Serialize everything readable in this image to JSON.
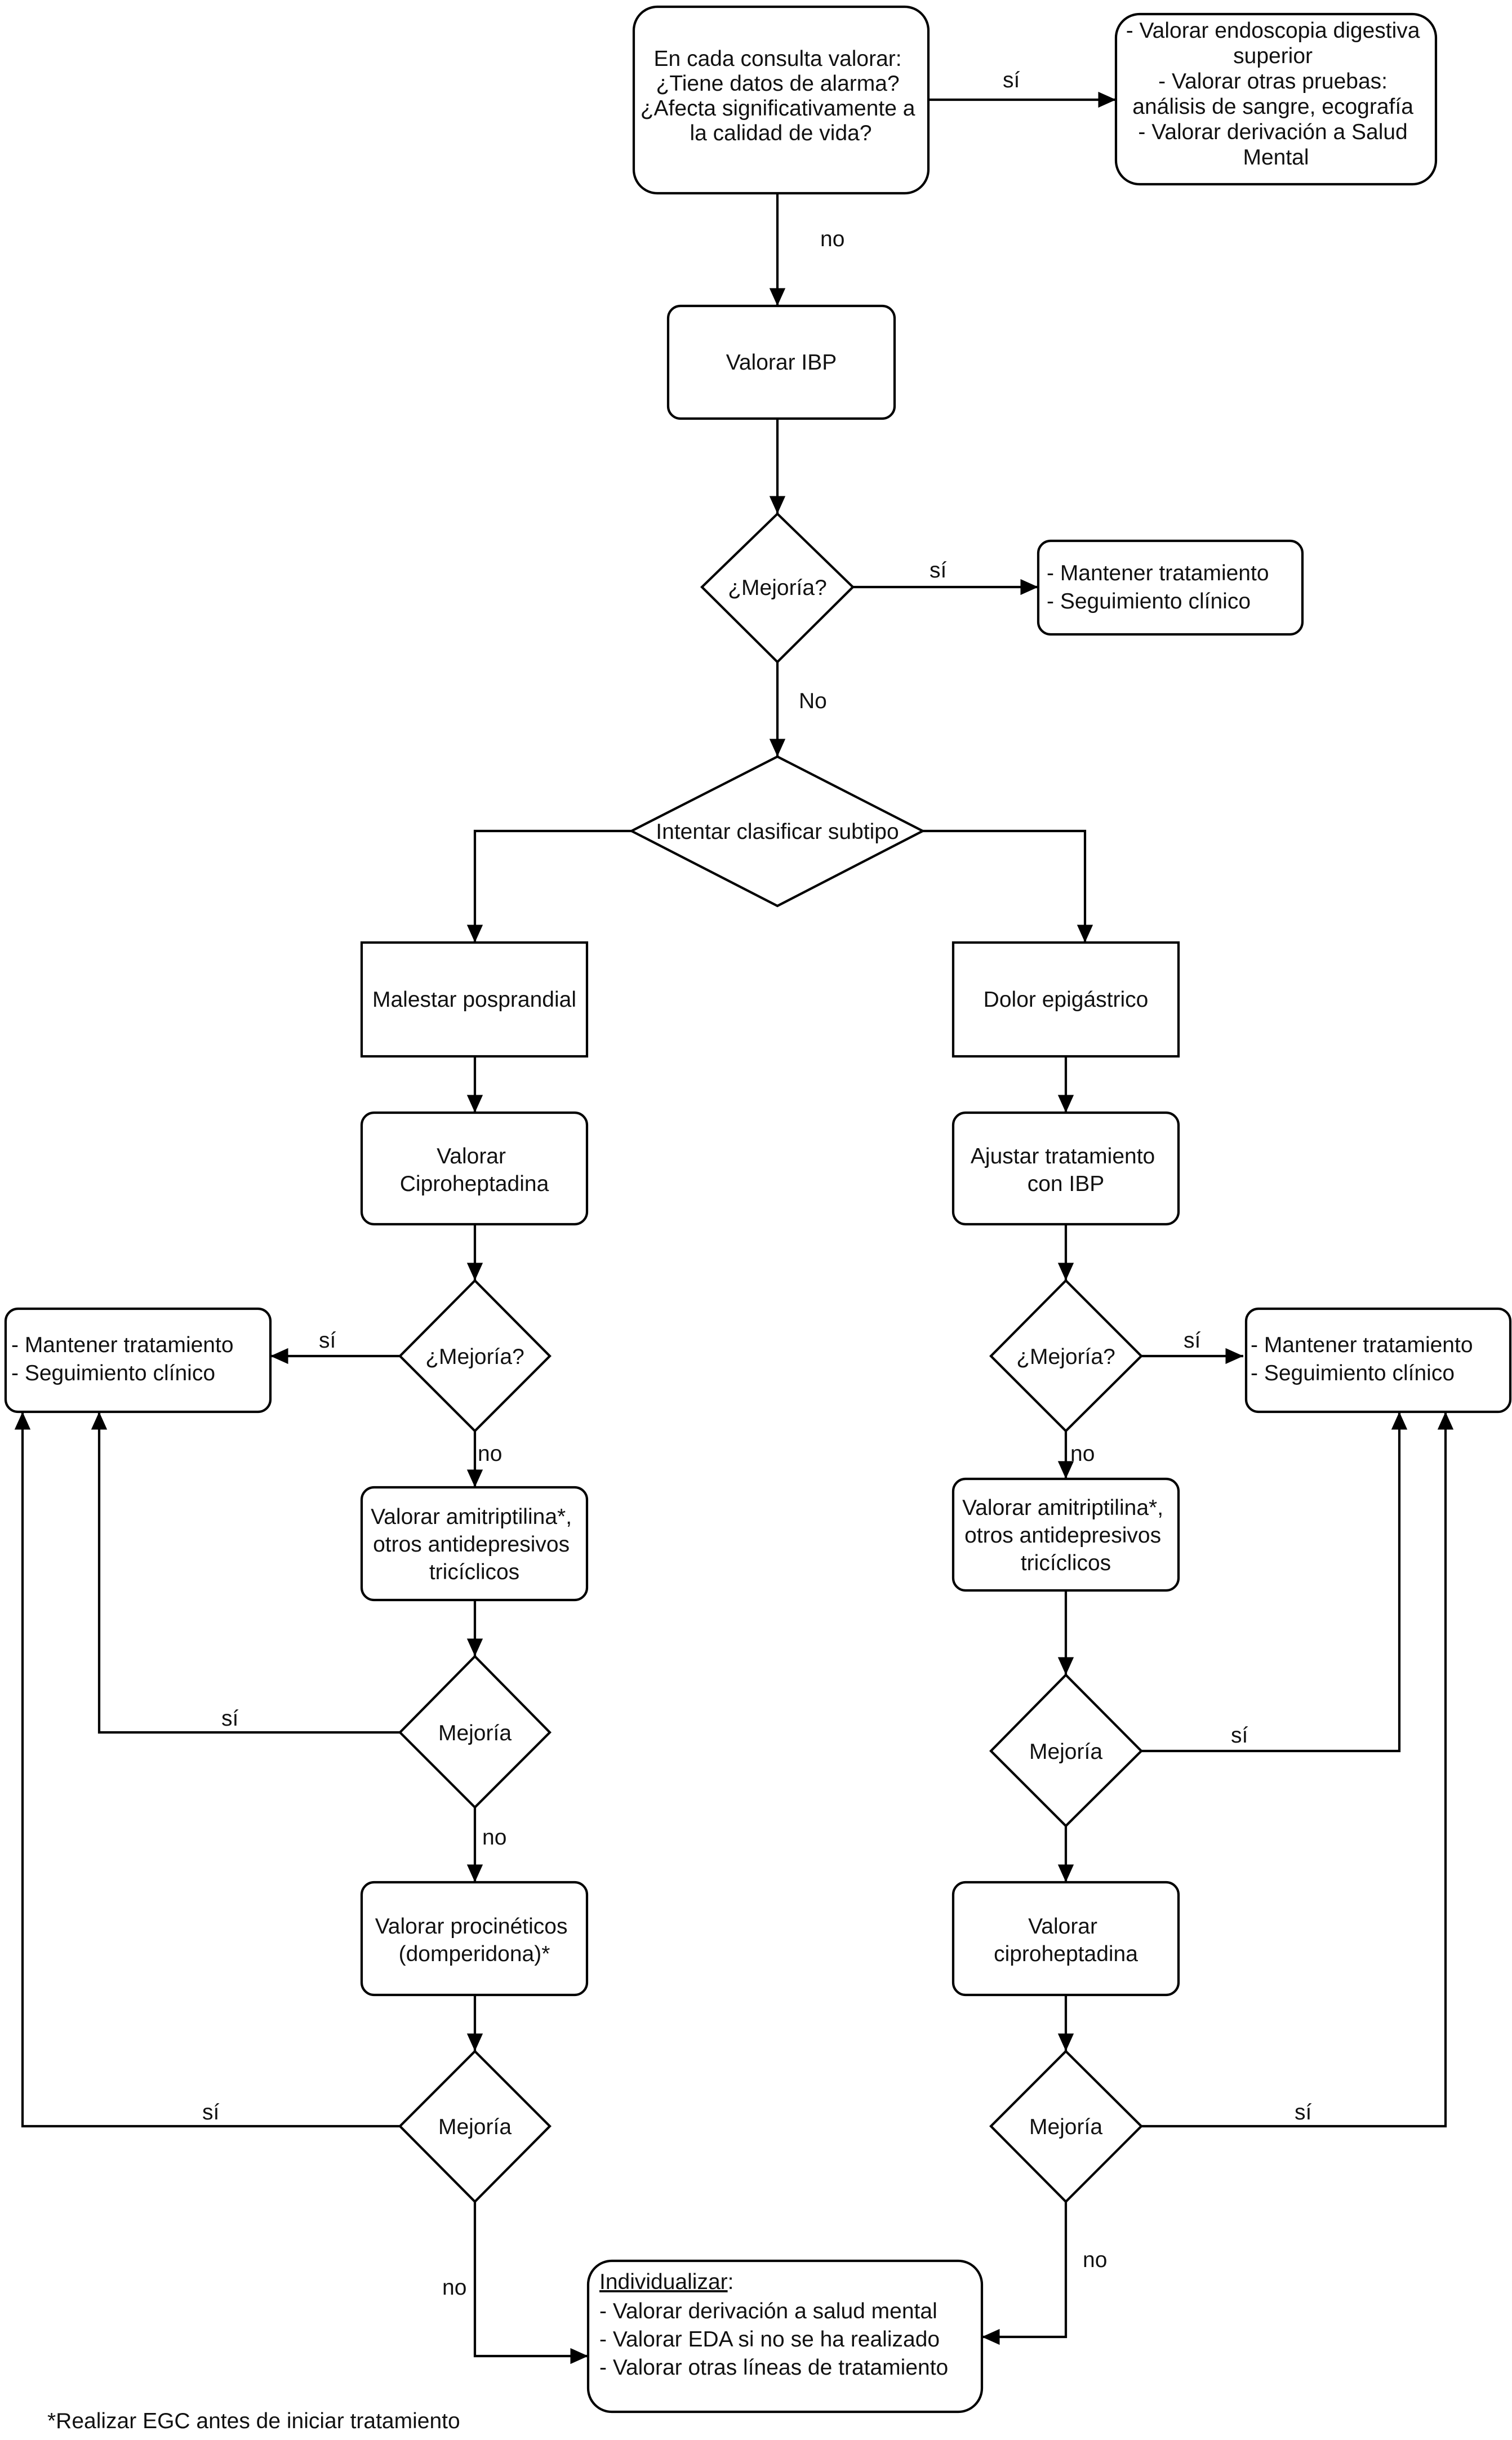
{
  "nodes": {
    "start": [
      "En cada consulta valorar:",
      "¿Tiene datos de alarma?",
      "¿Afecta significativamente a",
      "la calidad de vida?"
    ],
    "alarm_actions": [
      "- Valorar endoscopia digestiva",
      "superior",
      "- Valorar otras pruebas:",
      "análisis de sangre, ecografía",
      "- Valorar derivación a Salud",
      "Mental"
    ],
    "ibp": [
      "Valorar IBP"
    ],
    "d_mejoria_1": [
      "¿Mejoría?"
    ],
    "maintain_top": [
      "- Mantener tratamiento",
      "- Seguimiento clínico"
    ],
    "classify": [
      "Intentar clasificar subtipo"
    ],
    "postprandial": [
      "Malestar posprandial"
    ],
    "epigastric": [
      "Dolor epigástrico"
    ],
    "cipro_left": [
      "Valorar",
      "Ciproheptadina"
    ],
    "ibp_adjust": [
      "Ajustar tratamiento",
      "con IBP"
    ],
    "d_left_1": [
      "¿Mejoría?"
    ],
    "d_right_1": [
      "¿Mejoría?"
    ],
    "maintain_left": [
      "- Mantener tratamiento",
      "- Seguimiento clínico"
    ],
    "maintain_right": [
      "- Mantener tratamiento",
      "- Seguimiento clínico"
    ],
    "amitrip_left": [
      "Valorar amitriptilina*,",
      "otros antidepresivos",
      "tricíclicos"
    ],
    "amitrip_right": [
      "Valorar amitriptilina*,",
      "otros antidepresivos",
      "tricíclicos"
    ],
    "d_left_2": [
      "Mejoría"
    ],
    "d_right_2": [
      "Mejoría"
    ],
    "prokinetics": [
      "Valorar procinéticos",
      "(domperidona)*"
    ],
    "cipro_right": [
      "Valorar",
      "ciproheptadina"
    ],
    "d_left_3": [
      "Mejoría"
    ],
    "d_right_3": [
      "Mejoría"
    ],
    "individualize": {
      "heading": "Individualizar",
      "colon": ":",
      "items": [
        "- Valorar derivación a salud mental",
        "- Valorar EDA si no se ha realizado",
        "- Valorar otras líneas de tratamiento"
      ]
    }
  },
  "edge_labels": {
    "si_alarm": "sí",
    "no_start": "no",
    "si_top": "sí",
    "no_top": "No",
    "si_left_1": "sí",
    "no_left_1": "no",
    "si_right_1": "sí",
    "no_right_1": "no",
    "si_left_2": "sí",
    "no_left_2": "no",
    "si_right_2": "sí",
    "si_left_3": "sí",
    "no_left_3": "no",
    "si_right_3": "sí",
    "no_right_3": "no"
  },
  "footnote": "*Realizar EGC antes de iniciar tratamiento"
}
